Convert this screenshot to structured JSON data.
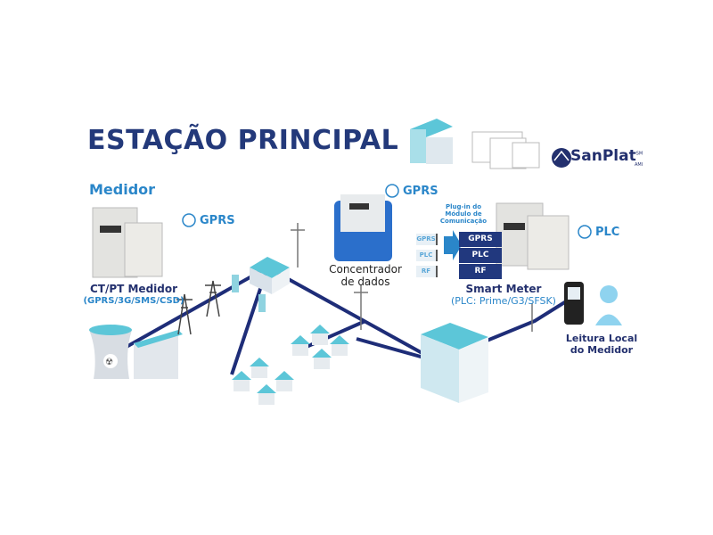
{
  "title": "ESTAÇÃO PRINCIPAL",
  "brand": {
    "name": "SanPlat",
    "sup": "SM",
    "sub": "AMI"
  },
  "medidor_heading": "Medidor",
  "ct_meter": {
    "line1": "CT/PT Medidor",
    "line2": "(GPRS/3G/SMS/CSD)",
    "comm": "GPRS"
  },
  "concentrator": {
    "line1": "Concentrador",
    "line2": "de dados",
    "comm": "GPRS"
  },
  "plugin": {
    "line1": "Plug-in do",
    "line2": "Módulo de",
    "line3": "Comunicação",
    "modules": [
      "GPRS",
      "PLC",
      "RF"
    ]
  },
  "smart_meter": {
    "line1": "Smart Meter",
    "line2": "(PLC: Prime/G3/SFSK)",
    "comm": "PLC"
  },
  "local_reading": {
    "line1": "Leitura Local",
    "line2": "do Medidor"
  },
  "colors": {
    "title": "#23397a",
    "accent": "#2a86c9",
    "line": "#1e2d78",
    "building": "#5cc6d8"
  }
}
